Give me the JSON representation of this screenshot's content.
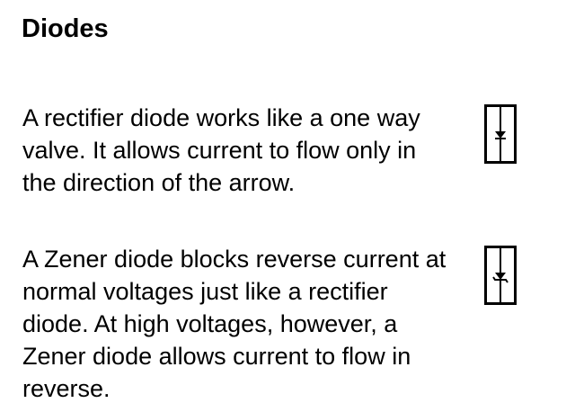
{
  "heading": "Diodes",
  "sections": [
    {
      "text": "A rectifier diode works like a one way valve. It allows current to flow only in the direction of the arrow.",
      "icon": "rectifier-diode-symbol-icon"
    },
    {
      "text": "A Zener diode blocks reverse current at normal voltages just like a rectifier diode. At high voltages, however, a Zener diode allows current to flow in reverse.",
      "icon": "zener-diode-symbol-icon"
    }
  ]
}
